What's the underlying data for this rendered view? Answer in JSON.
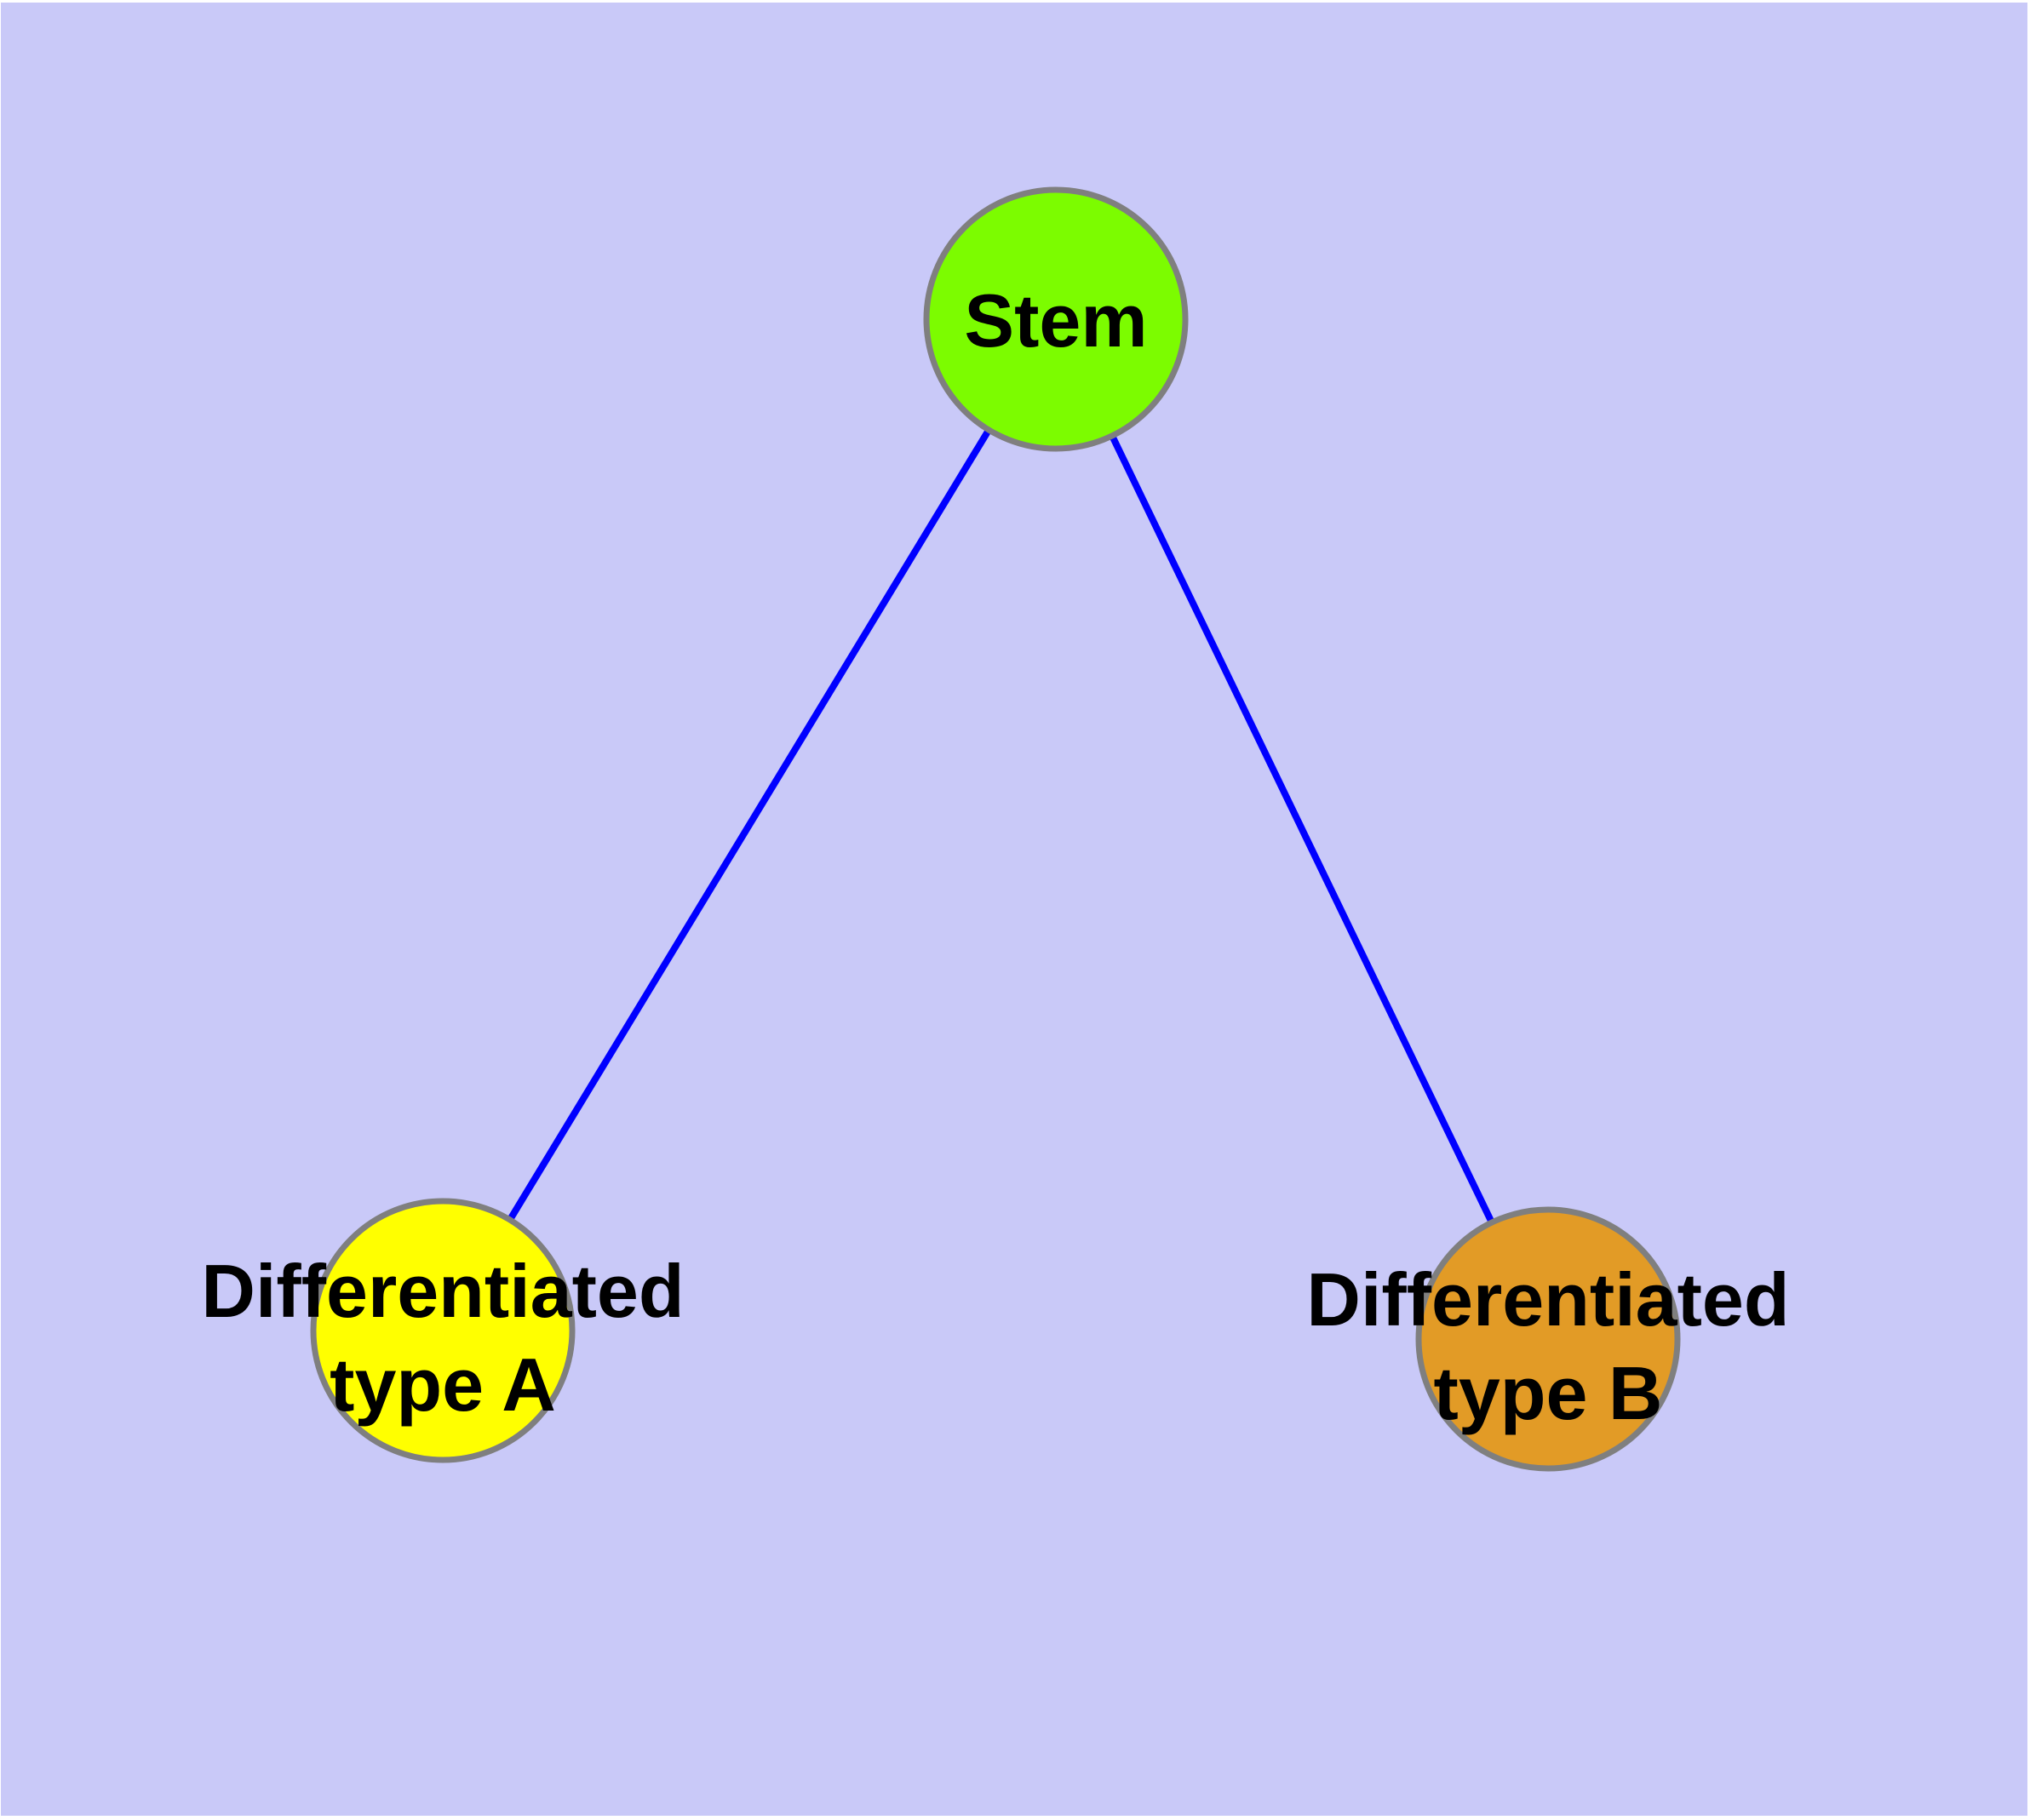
{
  "diagram": {
    "type": "graph",
    "description": "Cell differentiation graph: one stem node connected to two differentiated type nodes",
    "colors": {
      "page-bg": "#ffffff",
      "plot-bg": "#c9c9f8",
      "edge": "#0000ff",
      "node-border": "#7f7f7f",
      "label": "#000000"
    },
    "nodes": [
      {
        "id": "stem",
        "label": "Stem",
        "lines": [
          "Stem"
        ],
        "color": "#7cfc00"
      },
      {
        "id": "differentiated-type-a",
        "label": "Differentiated type A",
        "lines": [
          "Differentiated",
          "type A"
        ],
        "color": "#ffff00"
      },
      {
        "id": "differentiated-type-b",
        "label": "Differentiated type B",
        "lines": [
          "Differentiated",
          "type B"
        ],
        "color": "#e29b26"
      }
    ],
    "edges": [
      {
        "source": "Stem",
        "target": "Differentiated type A"
      },
      {
        "source": "Stem",
        "target": "Differentiated type B"
      }
    ]
  }
}
